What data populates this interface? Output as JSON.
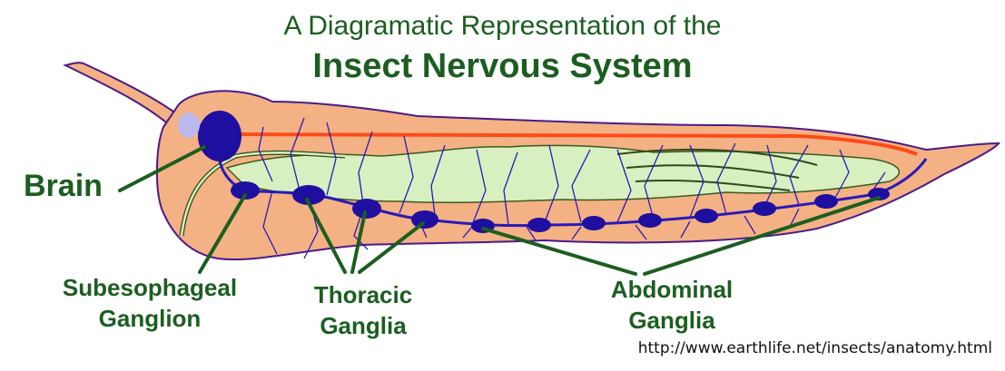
{
  "title": {
    "line1": "A Diagramatic Representation of the",
    "line2": "Insect Nervous System"
  },
  "labels": {
    "brain": "Brain",
    "subesophageal_line1": "Subesophageal",
    "subesophageal_line2": "Ganglion",
    "thoracic_line1": "Thoracic",
    "thoracic_line2": "Ganglia",
    "abdominal_line1": "Abdominal",
    "abdominal_line2": "Ganglia"
  },
  "source_url": "http://www.earthlife.net/insects/anatomy.html",
  "colors": {
    "body": "#f4b183",
    "body_outline": "#4a1a8a",
    "nerve": "#2a1ab8",
    "ganglion": "#1f0fa0",
    "gut": "#d8f0c0",
    "dorsal_vessel": "#ff4a1a",
    "label_green": "#1b5e20"
  }
}
